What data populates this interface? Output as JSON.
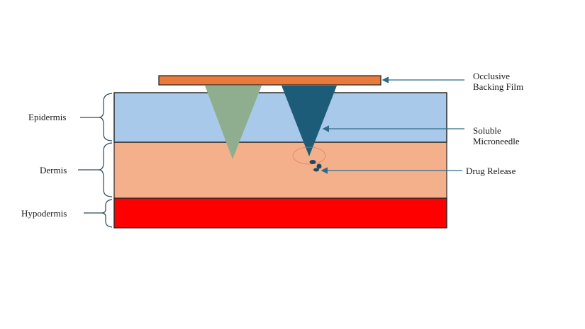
{
  "labels": {
    "epidermis": "Epidermis",
    "dermis": "Dermis",
    "hypodermis": "Hypodermis",
    "backing_film_line1": "Occlusive",
    "backing_film_line2": "Backing Film",
    "microneedle_line1": "Soluble",
    "microneedle_line2": "Microneedle",
    "drug_release": "Drug Release"
  },
  "colors": {
    "backing_film": "#ea7a3c",
    "epidermis": "#a9c9ea",
    "dermis": "#f3b08a",
    "hypodermis": "#ff0000",
    "solid_microneedle": "#8fae8f",
    "soluble_microneedle": "#1d5c78",
    "arrow": "#2e6b8a",
    "drug_particle": "#1d4a60",
    "release_zone": "#e8705a"
  }
}
